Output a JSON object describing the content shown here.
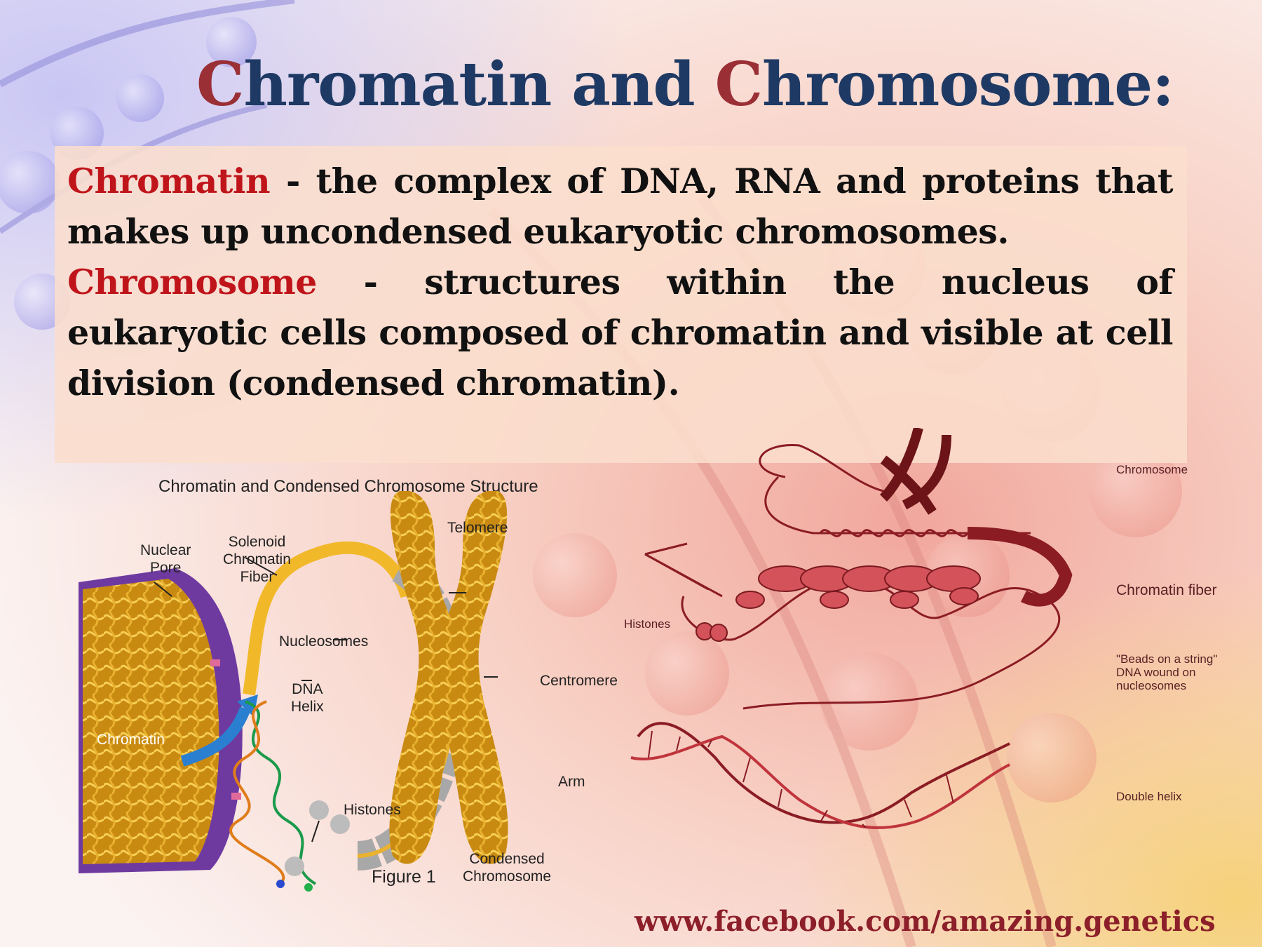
{
  "title": {
    "cap1": "C",
    "rest1": "hromatin and ",
    "cap2": "C",
    "rest2": "hromosome:"
  },
  "definitions": [
    {
      "term": "Chromatin",
      "text": " - the complex of DNA, RNA and proteins that makes up uncondensed eukaryotic chromosomes."
    },
    {
      "term": "Chromosome",
      "text": " - structures within the nucleus of eukaryotic cells composed of chromatin and visible at cell division (condensed chromatin)."
    }
  ],
  "figure_left": {
    "title": "Chromatin and Condensed Chromosome Structure",
    "labels": {
      "nuclear_pore": "Nuclear\nPore",
      "solenoid": "Solenoid\nChromatin\nFiber",
      "telomere": "Telomere",
      "nucleosomes": "Nucleosomes",
      "dna_helix": "DNA\nHelix",
      "centromere": "Centromere",
      "chromatin": "Chromatin",
      "arm": "Arm",
      "histones": "Histones",
      "condensed": "Condensed\nChromosome",
      "figure": "Figure 1"
    }
  },
  "figure_right": {
    "labels": {
      "chromosome": "Chromosome",
      "chromatin_fiber": "Chromatin fiber",
      "histones": "Histones",
      "beads": "\"Beads on a string\"\nDNA wound on\nnucleosomes",
      "double_helix": "Double helix"
    }
  },
  "footer": "www.facebook.com/amazing.genetics",
  "colors": {
    "title_blue": "#1e3a64",
    "title_red": "#9a2f36",
    "term_red": "#c0141b",
    "footer_red": "#8c1f2a"
  }
}
